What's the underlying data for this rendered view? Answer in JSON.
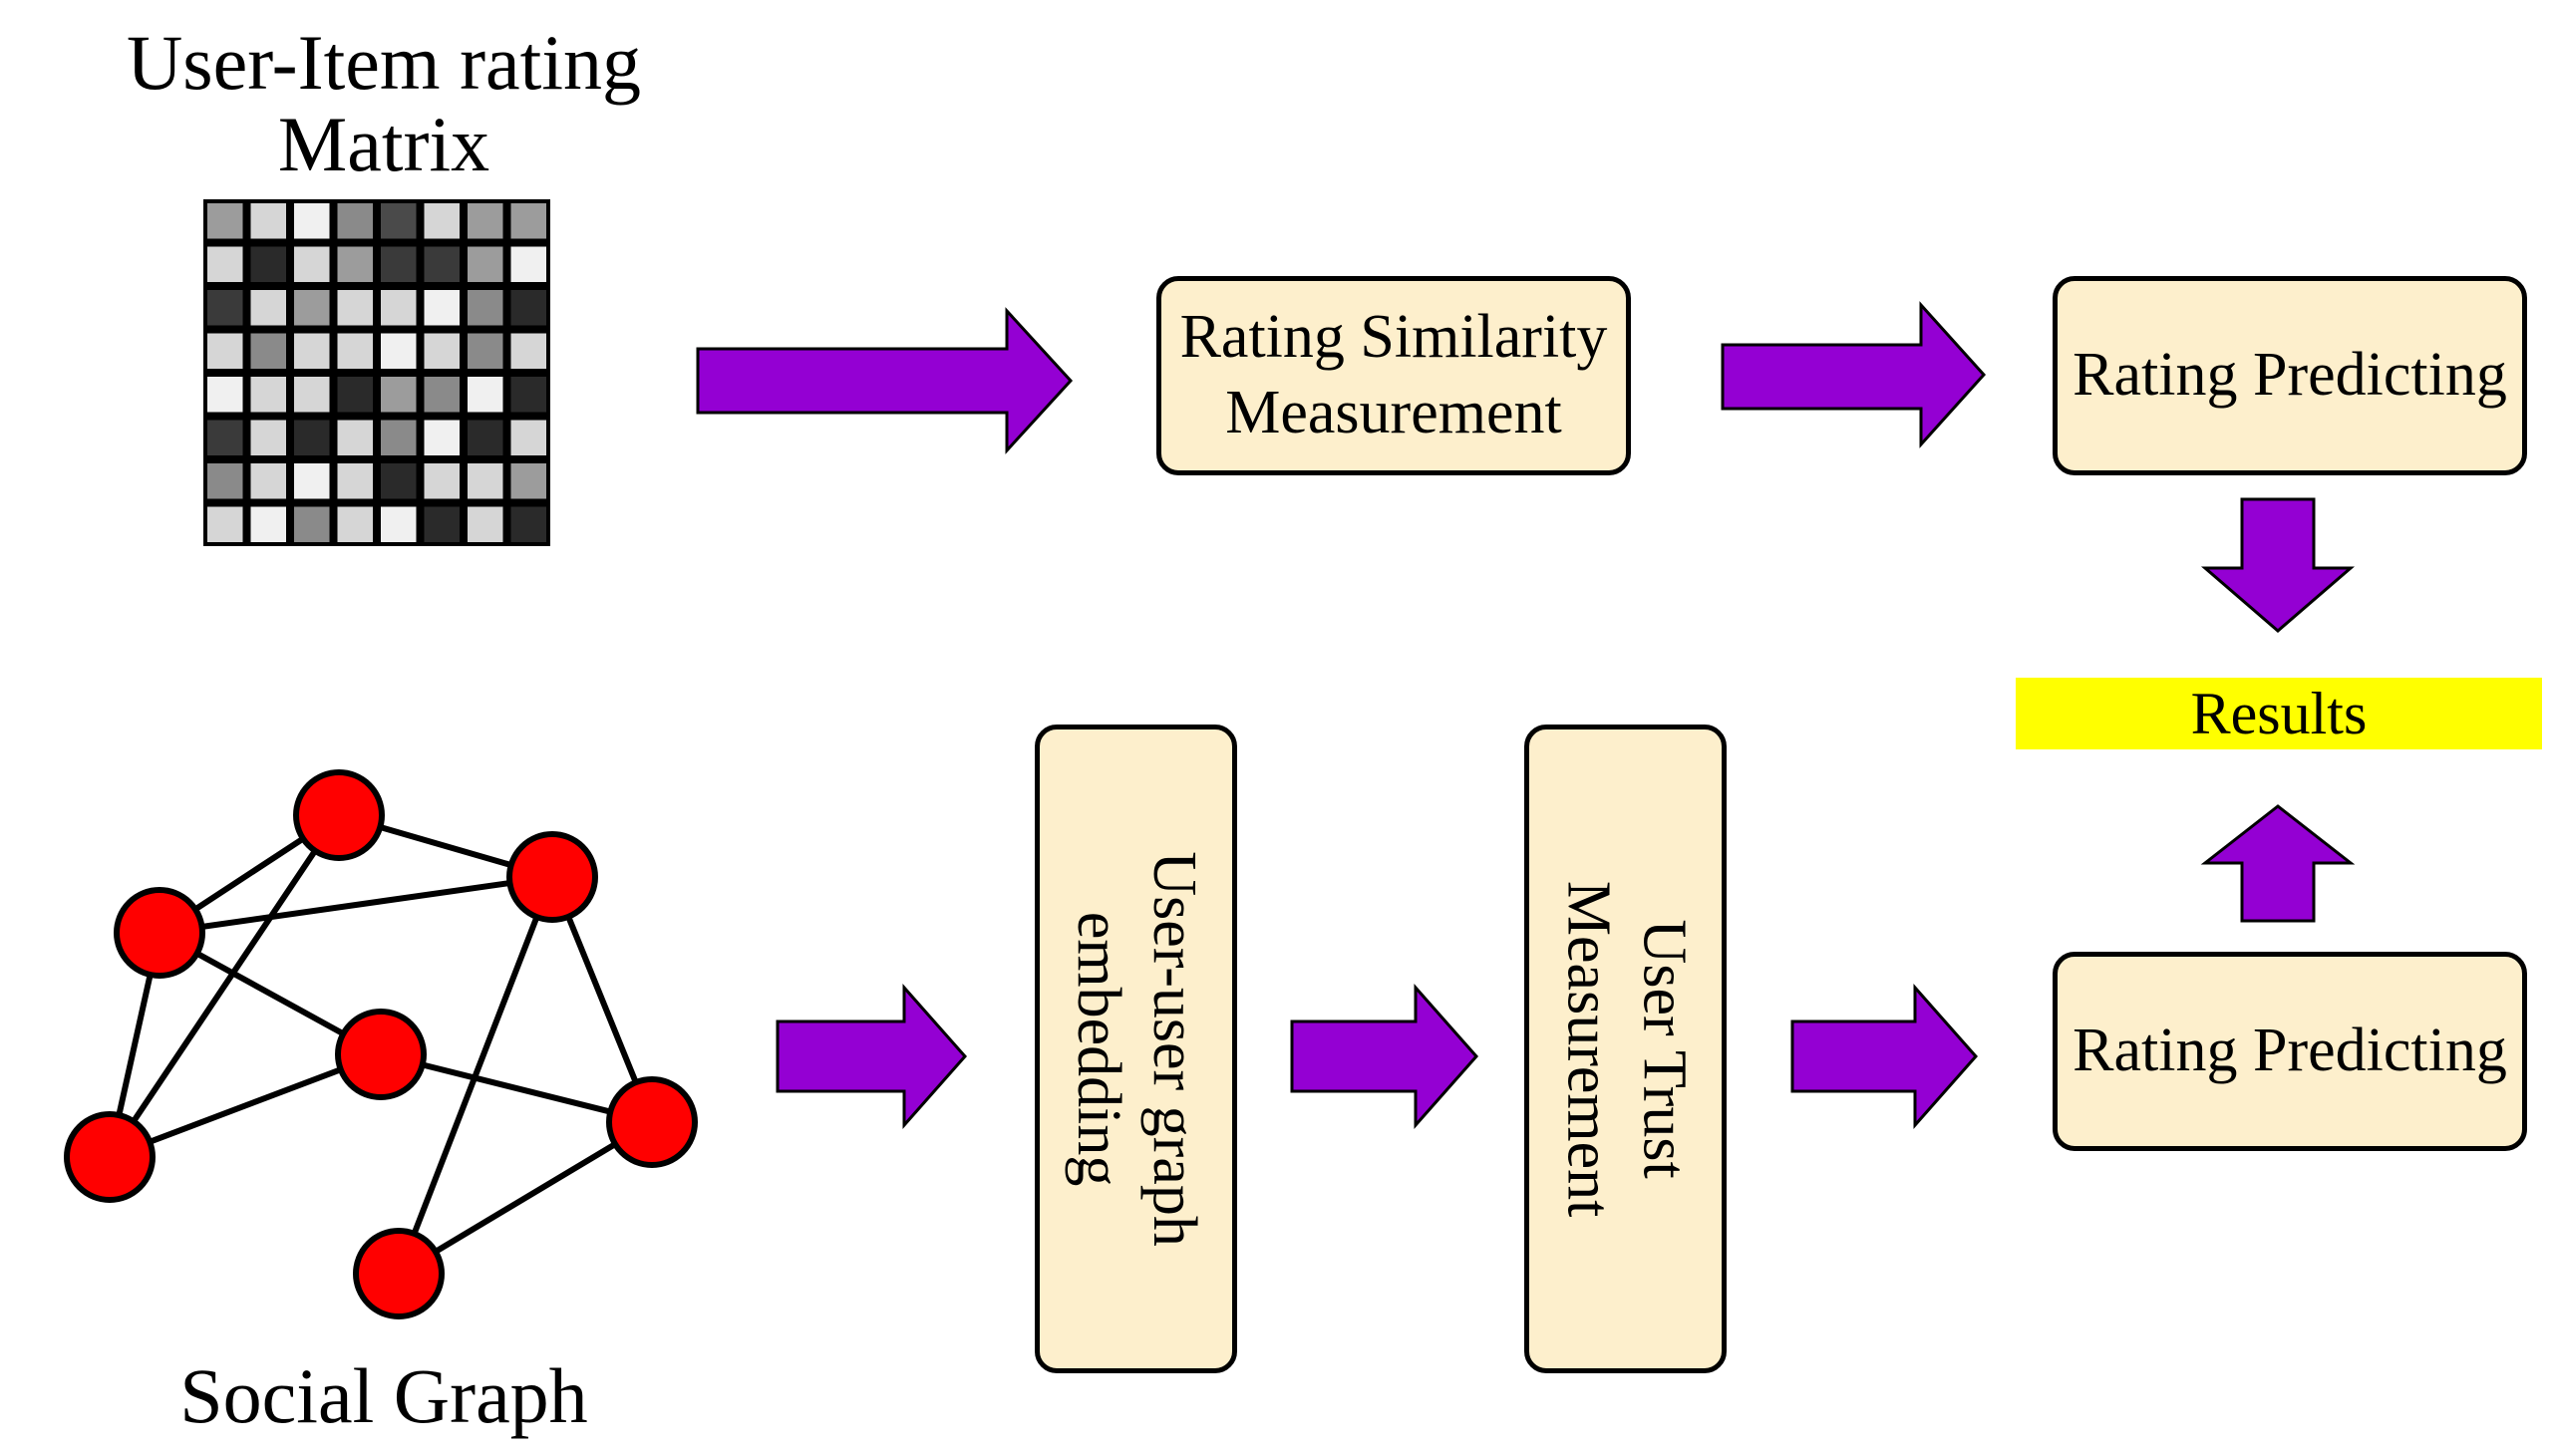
{
  "matrix_title": [
    "User-Item rating",
    "Matrix"
  ],
  "social_title": "Social Graph",
  "rating_similarity": [
    "Rating Similarity",
    "Measurement"
  ],
  "rating_predicting_top": "Rating Predicting",
  "rating_predicting_bottom": "Rating Predicting",
  "results": "Results",
  "embedding": [
    "User-user graph",
    "embedding"
  ],
  "trust": [
    "User Trust",
    "Measurement"
  ],
  "colors": {
    "arrow": "#9400d3",
    "box_fill": "#fdefcc",
    "node": "#ff0000",
    "results_fill": "#ffff00"
  },
  "matrix_cells": [
    [
      "#9c9c9c",
      "#d6d6d6",
      "#f0f0f0",
      "#8a8a8a",
      "#4a4a4a",
      "#d6d6d6",
      "#9c9c9c",
      "#9c9c9c"
    ],
    [
      "#d6d6d6",
      "#2a2a2a",
      "#d6d6d6",
      "#9c9c9c",
      "#3a3a3a",
      "#3a3a3a",
      "#9c9c9c",
      "#f0f0f0"
    ],
    [
      "#3a3a3a",
      "#d6d6d6",
      "#9c9c9c",
      "#d6d6d6",
      "#d6d6d6",
      "#f0f0f0",
      "#8a8a8a",
      "#2a2a2a"
    ],
    [
      "#d6d6d6",
      "#8a8a8a",
      "#d6d6d6",
      "#d6d6d6",
      "#f0f0f0",
      "#d6d6d6",
      "#8a8a8a",
      "#d6d6d6"
    ],
    [
      "#f0f0f0",
      "#d6d6d6",
      "#d6d6d6",
      "#2a2a2a",
      "#9c9c9c",
      "#8a8a8a",
      "#f0f0f0",
      "#2a2a2a"
    ],
    [
      "#3a3a3a",
      "#d6d6d6",
      "#2a2a2a",
      "#d6d6d6",
      "#8a8a8a",
      "#f0f0f0",
      "#2a2a2a",
      "#d6d6d6"
    ],
    [
      "#8a8a8a",
      "#d6d6d6",
      "#f0f0f0",
      "#d6d6d6",
      "#2a2a2a",
      "#d6d6d6",
      "#d6d6d6",
      "#9c9c9c"
    ],
    [
      "#d6d6d6",
      "#f0f0f0",
      "#8a8a8a",
      "#d6d6d6",
      "#f0f0f0",
      "#2a2a2a",
      "#d6d6d6",
      "#2a2a2a"
    ]
  ]
}
